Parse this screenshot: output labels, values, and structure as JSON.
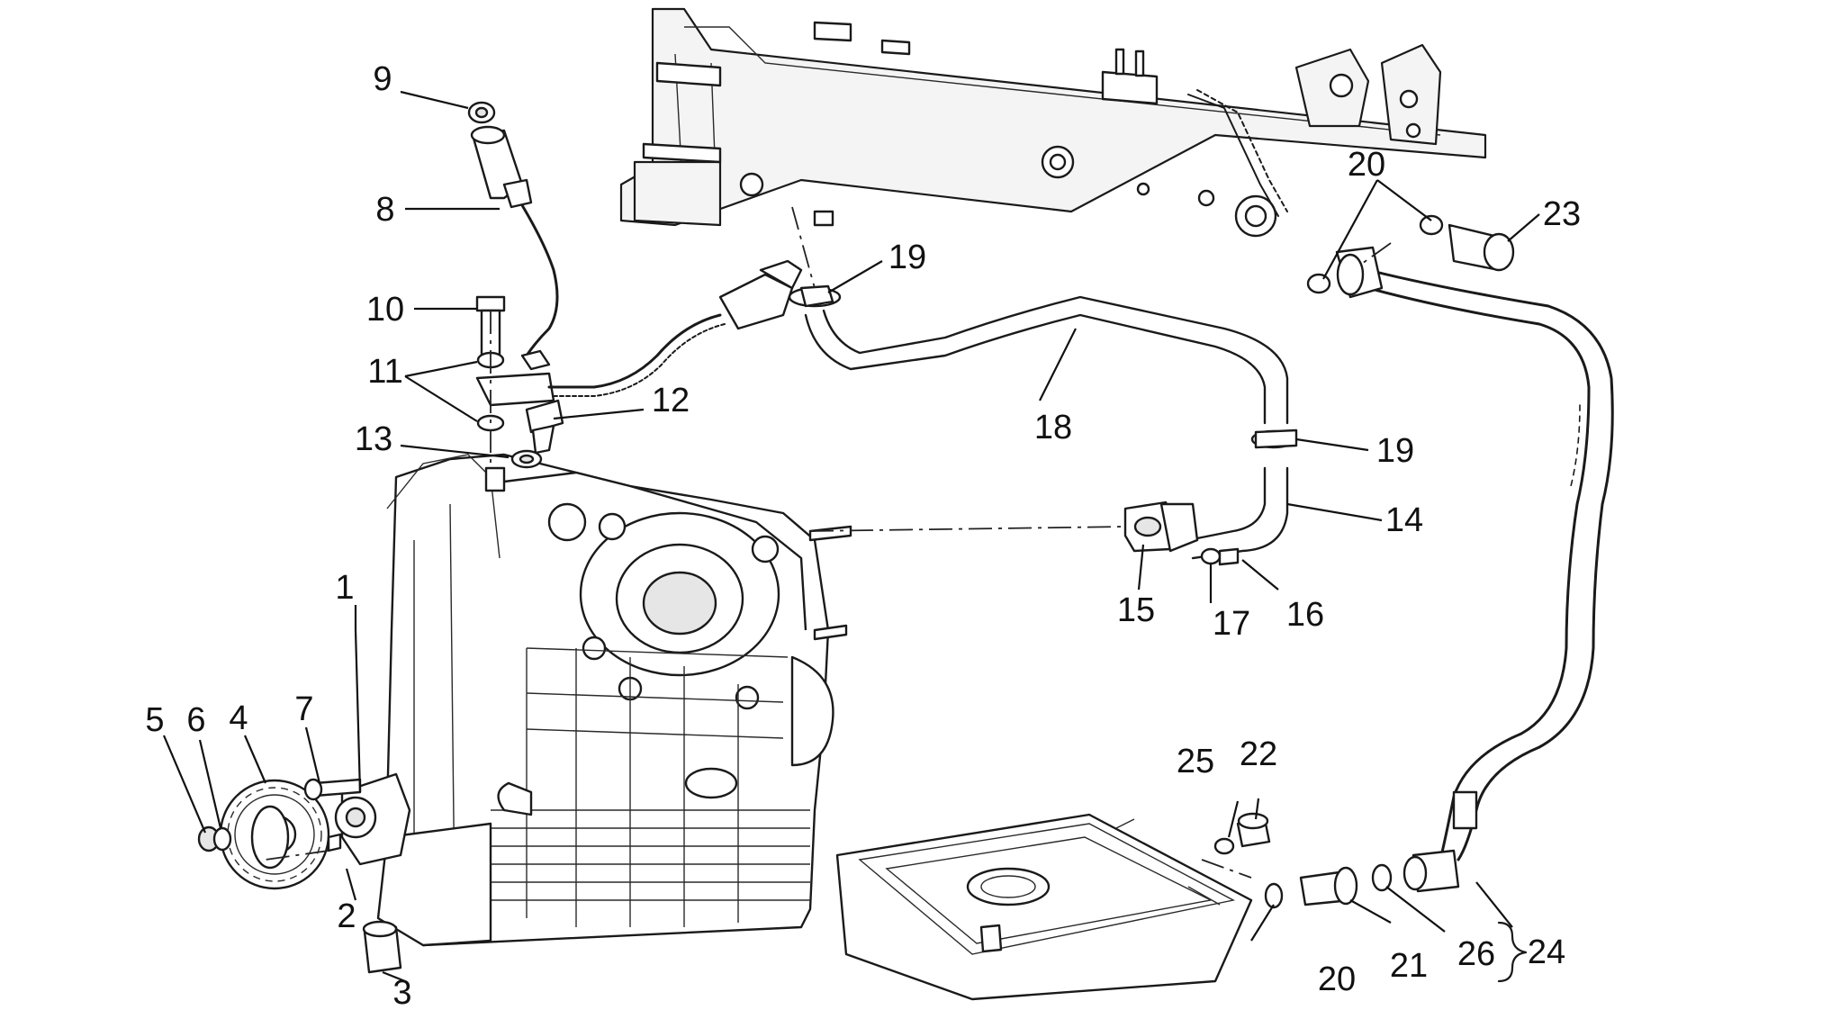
{
  "callouts": [
    {
      "id": "1",
      "label": "1"
    },
    {
      "id": "2",
      "label": "2"
    },
    {
      "id": "3",
      "label": "3"
    },
    {
      "id": "4",
      "label": "4"
    },
    {
      "id": "5",
      "label": "5"
    },
    {
      "id": "6",
      "label": "6"
    },
    {
      "id": "7",
      "label": "7"
    },
    {
      "id": "8",
      "label": "8"
    },
    {
      "id": "9",
      "label": "9"
    },
    {
      "id": "10",
      "label": "10"
    },
    {
      "id": "11",
      "label": "11"
    },
    {
      "id": "12",
      "label": "12"
    },
    {
      "id": "13",
      "label": "13"
    },
    {
      "id": "14",
      "label": "14"
    },
    {
      "id": "15",
      "label": "15"
    },
    {
      "id": "16",
      "label": "16"
    },
    {
      "id": "17",
      "label": "17"
    },
    {
      "id": "18",
      "label": "18"
    },
    {
      "id": "19a",
      "label": "19"
    },
    {
      "id": "19b",
      "label": "19"
    },
    {
      "id": "20a",
      "label": "20"
    },
    {
      "id": "20b",
      "label": "20"
    },
    {
      "id": "21",
      "label": "21"
    },
    {
      "id": "22",
      "label": "22"
    },
    {
      "id": "23",
      "label": "23"
    },
    {
      "id": "24",
      "label": "24"
    },
    {
      "id": "25",
      "label": "25"
    },
    {
      "id": "26",
      "label": "26"
    }
  ]
}
